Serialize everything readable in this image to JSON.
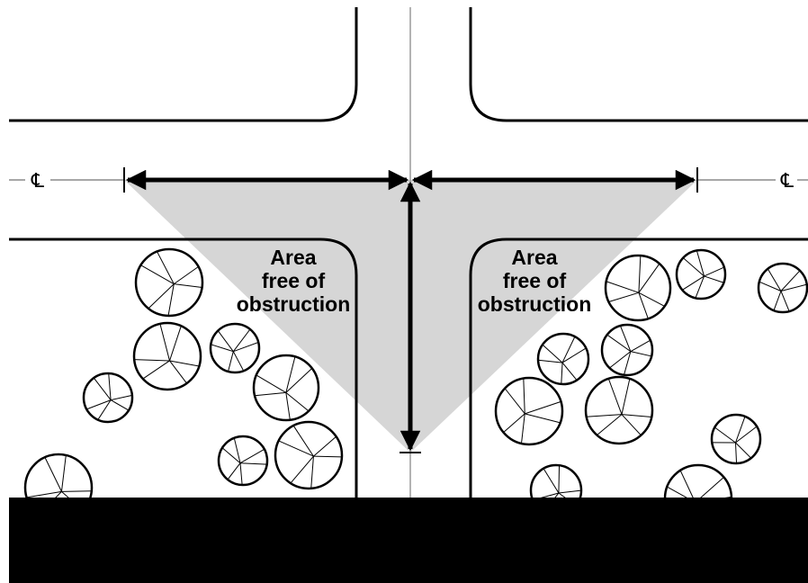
{
  "diagram": {
    "left_label": [
      "Area",
      "free of",
      "obstruction"
    ],
    "right_label": [
      "Area",
      "free of",
      "obstruction"
    ],
    "centerline_left": "℄",
    "centerline_right": "℄"
  },
  "colors": {
    "sight_triangle": "#d6d6d6",
    "road_edge": "#000000",
    "centerline": "#9a9a9a",
    "foreground_band": "#000000"
  },
  "icons": {
    "tree": "tree-icon",
    "arrow": "dimension-arrow-icon"
  }
}
